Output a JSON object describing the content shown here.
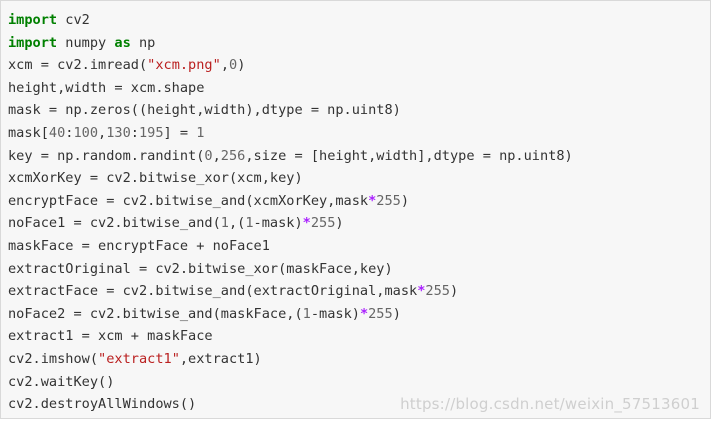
{
  "code": {
    "lines": [
      [
        {
          "t": "import",
          "c": "kw"
        },
        {
          "t": " cv2"
        }
      ],
      [
        {
          "t": "import",
          "c": "kw"
        },
        {
          "t": " numpy "
        },
        {
          "t": "as",
          "c": "kw"
        },
        {
          "t": " np"
        }
      ],
      [
        {
          "t": "xcm = cv2.imread("
        },
        {
          "t": "\"xcm.png\"",
          "c": "str"
        },
        {
          "t": ","
        },
        {
          "t": "0",
          "c": "num"
        },
        {
          "t": ")"
        }
      ],
      [
        {
          "t": "height,width = xcm.shape"
        }
      ],
      [
        {
          "t": "mask = np.zeros((height,width),dtype = np.uint8)"
        }
      ],
      [
        {
          "t": "mask["
        },
        {
          "t": "40",
          "c": "num"
        },
        {
          "t": ":"
        },
        {
          "t": "100",
          "c": "num"
        },
        {
          "t": ","
        },
        {
          "t": "130",
          "c": "num"
        },
        {
          "t": ":"
        },
        {
          "t": "195",
          "c": "num"
        },
        {
          "t": "] = "
        },
        {
          "t": "1",
          "c": "num"
        }
      ],
      [
        {
          "t": "key = np.random.randint("
        },
        {
          "t": "0",
          "c": "num"
        },
        {
          "t": ","
        },
        {
          "t": "256",
          "c": "num"
        },
        {
          "t": ",size = [height,width],dtype = np.uint8)"
        }
      ],
      [
        {
          "t": "xcmXorKey = cv2.bitwise_xor(xcm,key)"
        }
      ],
      [
        {
          "t": "encryptFace = cv2.bitwise_and(xcmXorKey,mask"
        },
        {
          "t": "*",
          "c": "op"
        },
        {
          "t": "255",
          "c": "num"
        },
        {
          "t": ")"
        }
      ],
      [
        {
          "t": "noFace1 = cv2.bitwise_and("
        },
        {
          "t": "1",
          "c": "num"
        },
        {
          "t": ",("
        },
        {
          "t": "1",
          "c": "num"
        },
        {
          "t": "-mask)"
        },
        {
          "t": "*",
          "c": "op"
        },
        {
          "t": "255",
          "c": "num"
        },
        {
          "t": ")"
        }
      ],
      [
        {
          "t": "maskFace = encryptFace + noFace1"
        }
      ],
      [
        {
          "t": "extractOriginal = cv2.bitwise_xor(maskFace,key)"
        }
      ],
      [
        {
          "t": "extractFace = cv2.bitwise_and(extractOriginal,mask"
        },
        {
          "t": "*",
          "c": "op"
        },
        {
          "t": "255",
          "c": "num"
        },
        {
          "t": ")"
        }
      ],
      [
        {
          "t": "noFace2 = cv2.bitwise_and(maskFace,("
        },
        {
          "t": "1",
          "c": "num"
        },
        {
          "t": "-mask)"
        },
        {
          "t": "*",
          "c": "op"
        },
        {
          "t": "255",
          "c": "num"
        },
        {
          "t": ")"
        }
      ],
      [
        {
          "t": "extract1 = xcm + maskFace"
        }
      ],
      [
        {
          "t": "cv2.imshow("
        },
        {
          "t": "\"extract1\"",
          "c": "str"
        },
        {
          "t": ",extract1)"
        }
      ],
      [
        {
          "t": "cv2.waitKey()"
        }
      ],
      [
        {
          "t": "cv2.destroyAllWindows()"
        }
      ]
    ]
  },
  "watermark": {
    "text": "https://blog.csdn.net/weixin_57513601"
  },
  "colors": {
    "keyword": "#008000",
    "string": "#ba2121",
    "number": "#666666",
    "operator": "#aa22ff",
    "text": "#333333",
    "background": "#f7f7f7"
  }
}
